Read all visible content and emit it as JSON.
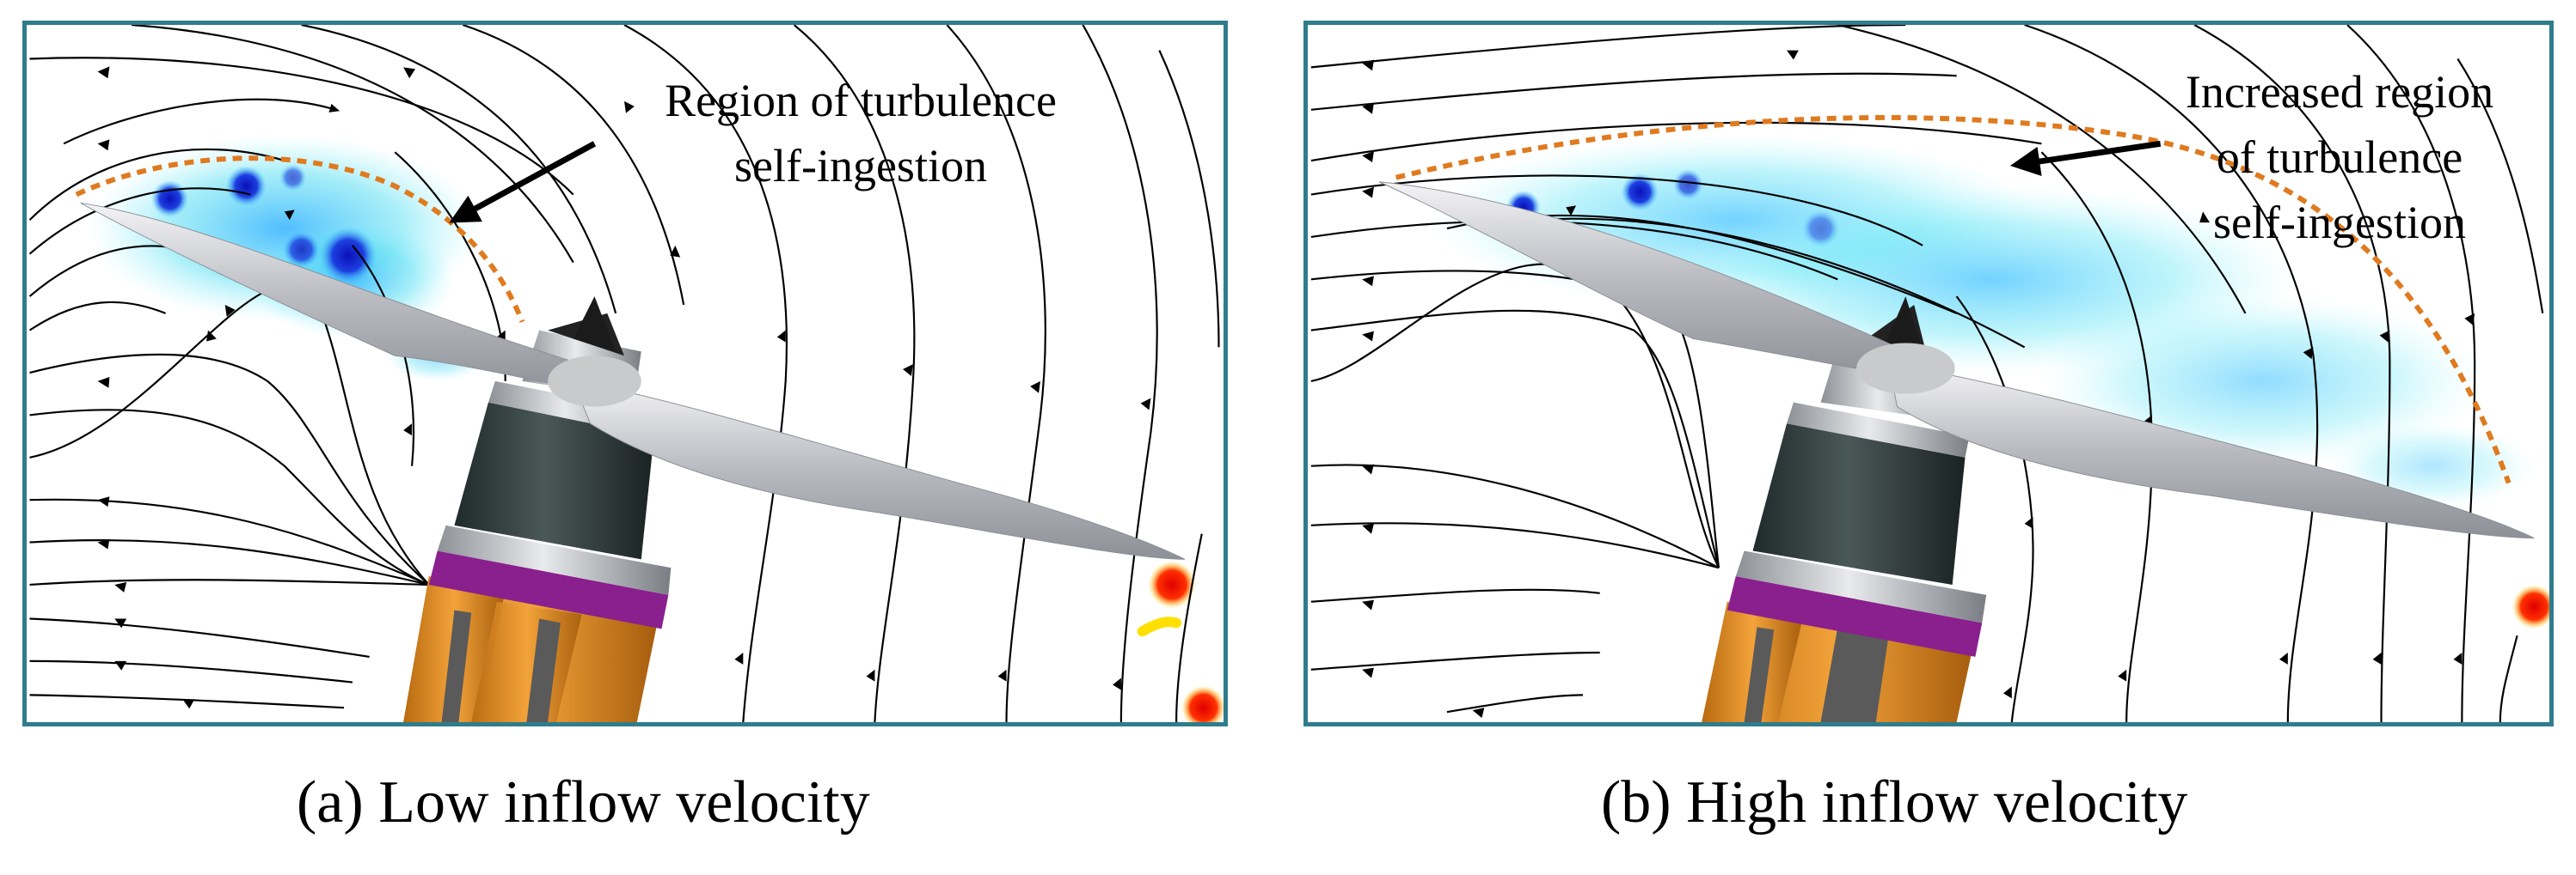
{
  "panels": [
    {
      "annotation_lines": [
        "Region of turbulence",
        "self-ingestion"
      ],
      "caption": "(a) Low inflow velocity"
    },
    {
      "annotation_lines": [
        "Increased region",
        "of turbulence",
        "self-ingestion"
      ],
      "caption": "(b) High inflow velocity"
    }
  ],
  "colors": {
    "panel_border": "#2f7c8c",
    "turbulence_boundary": "#e07a1f",
    "streamline": "#000000",
    "vorticity_high": "#1020d0",
    "vorticity_low": "#38d8f0",
    "motor_band": "#8a1f8e",
    "motor_legs": "#e08a1a"
  },
  "icons": [
    "propeller-icon",
    "motor-icon",
    "streamline-arrow-icon"
  ]
}
